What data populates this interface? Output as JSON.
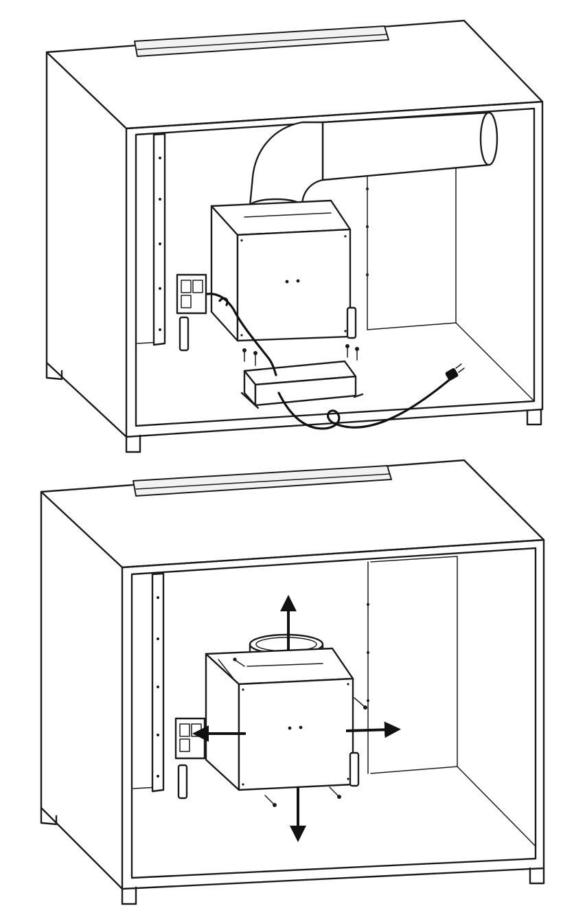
{
  "figures": [
    {
      "id": "installed-with-duct",
      "parts": [
        "cabinet",
        "cabinet-top-slot",
        "duct-elbow",
        "duct-horizontal",
        "blower-motor",
        "mounting-bracket",
        "electrical-switch",
        "junction-box",
        "power-cord",
        "plug",
        "screws"
      ]
    },
    {
      "id": "removal-directions",
      "parts": [
        "cabinet",
        "cabinet-top-slot",
        "blower-motor",
        "blower-collar",
        "mounting-bracket",
        "electrical-switch",
        "screws",
        "arrow-up",
        "arrow-down",
        "arrow-left",
        "arrow-right"
      ]
    }
  ],
  "colors": {
    "line": "#1a1a1a",
    "fill": "#ffffff",
    "shade": "#f2f2f2"
  }
}
